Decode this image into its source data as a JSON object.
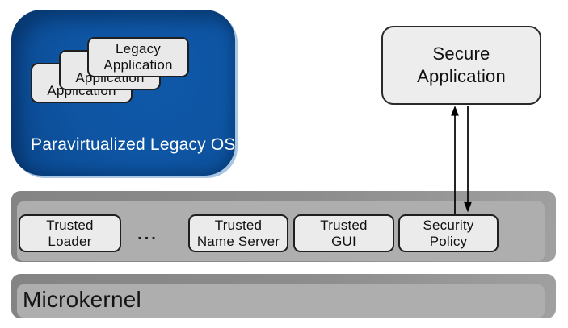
{
  "diagram": {
    "legacy_os": {
      "label": "Paravirtualized Legacy OS",
      "app_card": {
        "line1": "Legacy",
        "line2": "Application"
      }
    },
    "secure_app": {
      "line1": "Secure",
      "line2": "Application"
    },
    "trusted_layer": {
      "ellipsis": "...",
      "items": [
        {
          "line1": "Trusted",
          "line2": "Loader"
        },
        {
          "line1": "Trusted",
          "line2": "Name Server"
        },
        {
          "line1": "Trusted",
          "line2": "GUI"
        },
        {
          "line1": "Security",
          "line2": "Policy"
        }
      ]
    },
    "microkernel": {
      "label": "Microkernel"
    },
    "colors": {
      "legacy_os_face": "#0e56a5",
      "legacy_os_edge": "#093e7c",
      "legacy_os_highlight": "#a9c7e3",
      "slab_face": "#aeaeae",
      "slab_edge": "#8c8c8c",
      "box_fill": "#ebebeb",
      "box_border": "#1f1f1f",
      "legacy_os_text": "#ffffff",
      "arrow": "#000000"
    }
  }
}
